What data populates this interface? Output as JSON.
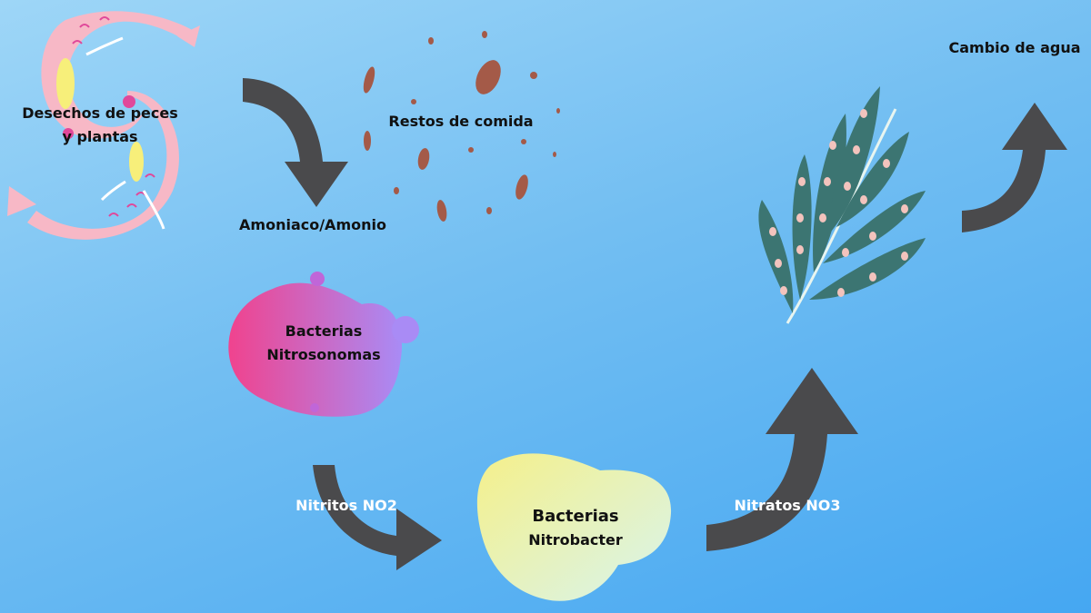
{
  "labels": {
    "waste_line1": "Desechos de peces",
    "waste_line2": "y plantas",
    "food": "Restos de comida",
    "ammonia": "Amoniaco/Amonio",
    "nitroso_line1": "Bacterias",
    "nitroso_line2": "Nitrosonomas",
    "nitrites": "Nitritos NO2",
    "nitrobacter_line1": "Bacterias",
    "nitrobacter_line2": "Nitrobacter",
    "nitrates": "Nitratos NO3",
    "water_change": "Cambio de agua"
  },
  "colors": {
    "arrow": "#4a4a4c",
    "fish_body": "#f7b8c6",
    "fish_mark": "#e0489a",
    "fish_belly": "#f7ef7a",
    "food": "#a45a48",
    "blob_pink": "#f0438e",
    "blob_purple": "#a98bf5",
    "blob_yellow": "#f5f08a",
    "blob_mint": "#d8f4ee",
    "plant": "#3c7572",
    "plant_dot": "#f3c3bd"
  }
}
